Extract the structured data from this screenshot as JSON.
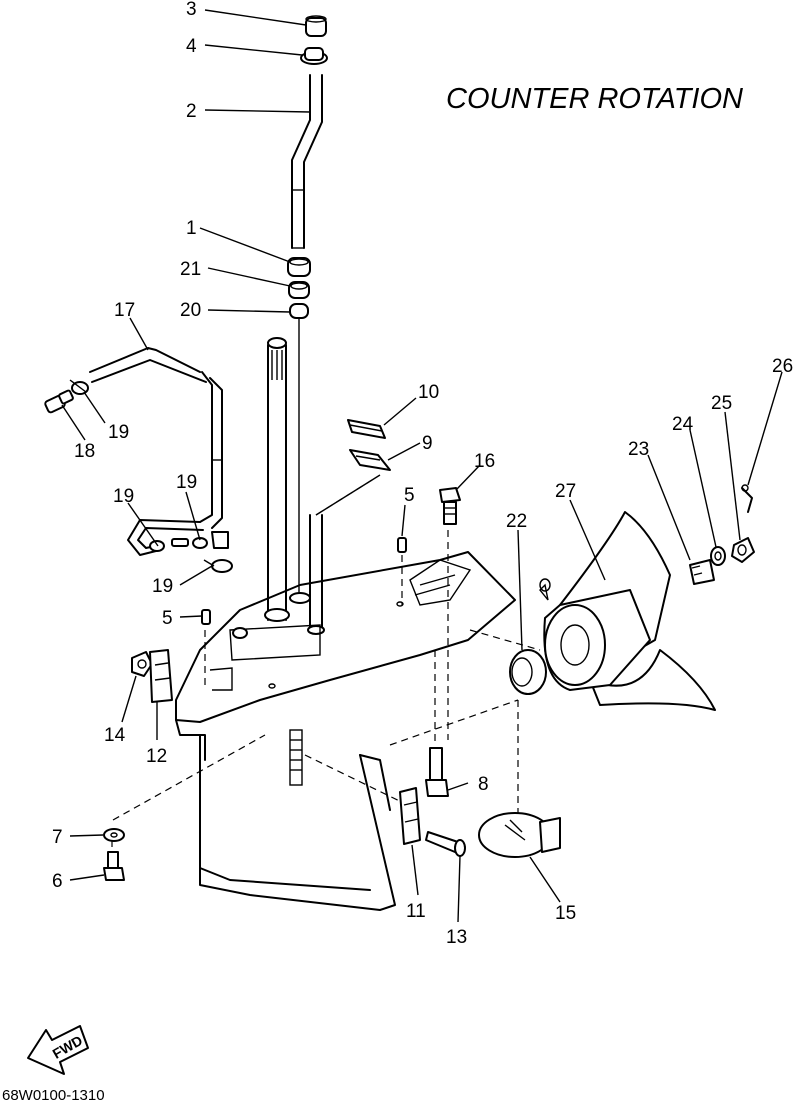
{
  "title": "COUNTER  ROTATION",
  "drawing_code": "68W0100-1310",
  "fwd_label": "FWD",
  "callouts": [
    {
      "id": "c3",
      "text": "3"
    },
    {
      "id": "c4",
      "text": "4"
    },
    {
      "id": "c2",
      "text": "2"
    },
    {
      "id": "c1",
      "text": "1"
    },
    {
      "id": "c21",
      "text": "21"
    },
    {
      "id": "c20",
      "text": "20"
    },
    {
      "id": "c17",
      "text": "17"
    },
    {
      "id": "c19a",
      "text": "19"
    },
    {
      "id": "c18",
      "text": "18"
    },
    {
      "id": "c10",
      "text": "10"
    },
    {
      "id": "c9",
      "text": "9"
    },
    {
      "id": "c16",
      "text": "16"
    },
    {
      "id": "c5a",
      "text": "5"
    },
    {
      "id": "c19b",
      "text": "19"
    },
    {
      "id": "c19c",
      "text": "19"
    },
    {
      "id": "c19d",
      "text": "19"
    },
    {
      "id": "c5b",
      "text": "5"
    },
    {
      "id": "c22",
      "text": "22"
    },
    {
      "id": "c27",
      "text": "27"
    },
    {
      "id": "c23",
      "text": "23"
    },
    {
      "id": "c24",
      "text": "24"
    },
    {
      "id": "c25",
      "text": "25"
    },
    {
      "id": "c26",
      "text": "26"
    },
    {
      "id": "c14",
      "text": "14"
    },
    {
      "id": "c12",
      "text": "12"
    },
    {
      "id": "c8",
      "text": "8"
    },
    {
      "id": "c7",
      "text": "7"
    },
    {
      "id": "c6",
      "text": "6"
    },
    {
      "id": "c11",
      "text": "11"
    },
    {
      "id": "c13",
      "text": "13"
    },
    {
      "id": "c15",
      "text": "15"
    }
  ]
}
